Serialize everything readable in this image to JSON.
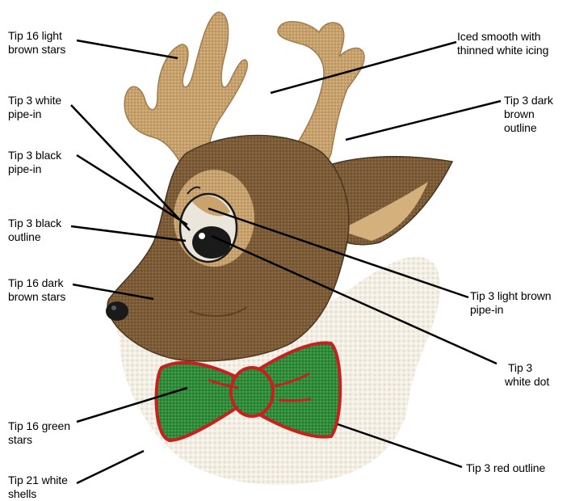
{
  "labels": {
    "tip16_light_brown_stars": [
      "Tip 16 light",
      "brown stars"
    ],
    "iced_smooth": [
      "Iced smooth with",
      "thinned white icing"
    ],
    "tip3_white_pipe_in": [
      "Tip 3 white",
      "pipe-in"
    ],
    "tip3_dark_brown_outline": [
      "Tip 3 dark",
      "brown",
      "outline"
    ],
    "tip3_black_pipe_in": [
      "Tip 3 black",
      "pipe-in"
    ],
    "tip3_black_outline": [
      "Tip 3 black",
      "outline"
    ],
    "tip16_dark_brown_stars": [
      "Tip 16 dark",
      "brown stars"
    ],
    "tip3_light_brown_pipe_in": [
      "Tip 3 light brown",
      "pipe-in"
    ],
    "tip3_white_dot": [
      "Tip 3",
      "white dot"
    ],
    "tip16_green_stars": [
      "Tip 16 green",
      "stars"
    ],
    "tip3_red_outline": [
      "Tip 3 red outline"
    ],
    "tip21_white_shells": [
      "Tip 21 white",
      "shells"
    ]
  },
  "colors": {
    "light_brown": "#c9a26a",
    "dark_brown": "#7a5a35",
    "green": "#2f8a3a",
    "red": "#c8201f",
    "white_icing": "#f5f1e8",
    "black": "#1a1a1a"
  }
}
